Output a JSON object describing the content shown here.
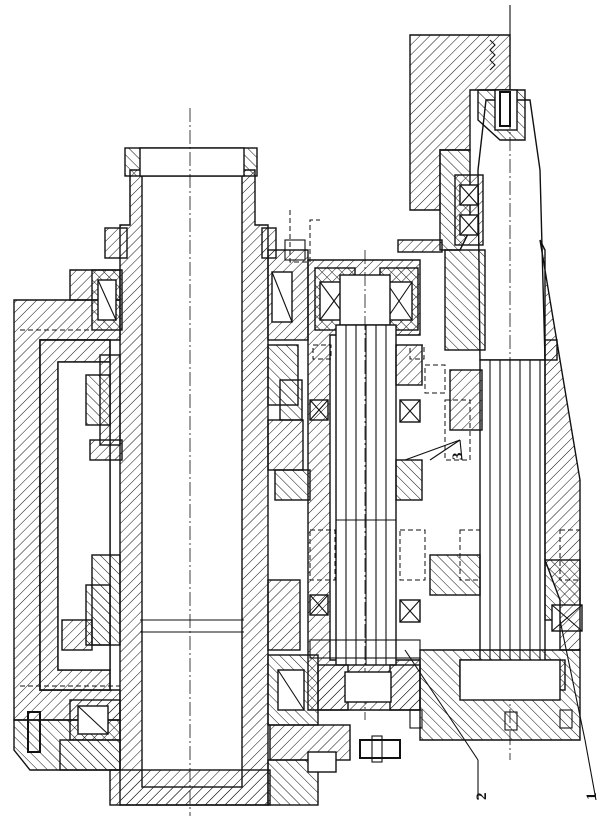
{
  "figure": {
    "callouts": [
      {
        "id": "c1",
        "label": "1"
      },
      {
        "id": "c2",
        "label": "2"
      },
      {
        "id": "c3",
        "label": "3"
      }
    ],
    "line_color": "#111111",
    "background": "#ffffff"
  }
}
